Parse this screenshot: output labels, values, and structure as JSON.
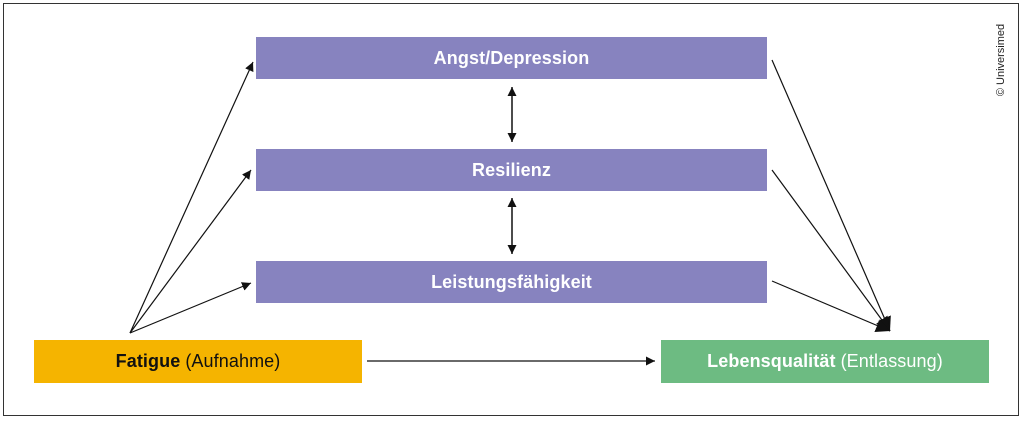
{
  "diagram": {
    "boxes": {
      "angst": {
        "label": "Angst/Depression"
      },
      "resilienz": {
        "label": "Resilienz"
      },
      "leistung": {
        "label": "Leistungsfähigkeit"
      },
      "fatigue": {
        "label_bold": "Fatigue",
        "label_light": "(Aufnahme)"
      },
      "lebensqualitaet": {
        "label_bold": "Lebensqualität",
        "label_light": "(Entlassung)"
      }
    },
    "copyright": "© Universimed",
    "colors": {
      "purple": "#8783bf",
      "orange": "#f5b400",
      "green": "#6dbb82",
      "arrow": "#111111"
    }
  }
}
